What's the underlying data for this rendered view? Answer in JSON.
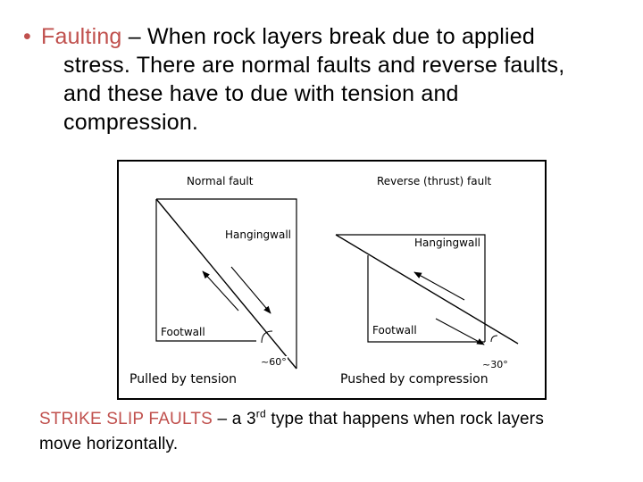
{
  "bullet": {
    "dot": "•",
    "term": "Faulting",
    "line1_rest": " – When rock layers break due to applied",
    "line2": "stress. There are normal faults and reverse faults,",
    "line3": "and these have to due with tension and",
    "line4": "compression."
  },
  "figure": {
    "normal": {
      "title": "Normal fault",
      "hanging": "Hangingwall",
      "foot": "Footwall",
      "angle": "~60°",
      "caption": "Pulled by tension"
    },
    "reverse": {
      "title": "Reverse (thrust) fault",
      "hanging": "Hangingwall",
      "foot": "Footwall",
      "angle": "~30°",
      "caption": "Pushed by compression"
    }
  },
  "strike_slip": {
    "term": "STRIKE SLIP FAULTS",
    "text_a": " – a 3",
    "sup": "rd",
    "text_b": " type that happens when rock layers",
    "line2": "move horizontally."
  },
  "colors": {
    "accent": "#c0504d",
    "text": "#000000"
  }
}
